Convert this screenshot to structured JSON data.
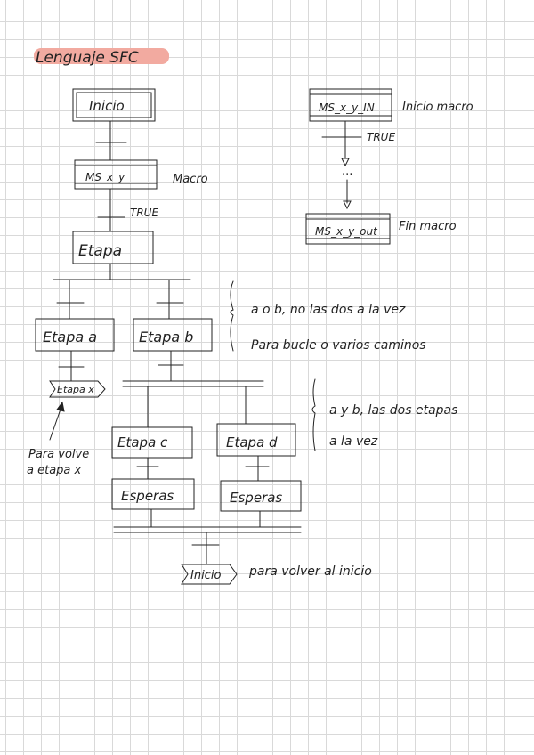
{
  "title": "Lenguaje SFC",
  "highlight_color": "#f2aaa0",
  "ink_color": "#222222",
  "steps": {
    "inicio": "Inicio",
    "macro_step": "MS_x_y",
    "etapa": "Etapa",
    "etapa_a": "Etapa a",
    "etapa_b": "Etapa b",
    "etapa_c": "Etapa c",
    "etapa_d": "Etapa d",
    "esperas_1": "Esperas",
    "esperas_2": "Esperas",
    "macro_in": "MS_x_y_IN",
    "macro_out": "MS_x_y_out"
  },
  "jumps": {
    "etapa_x": "Etapa x",
    "inicio": "Inicio"
  },
  "labels": {
    "macro": "Macro",
    "true_main": "TRUE",
    "true_macro": "TRUE",
    "inicio_macro": "Inicio macro",
    "fin_macro": "Fin macro",
    "ellipsis": "...",
    "para_volver_line1": "Para volve",
    "para_volver_line2": "a etapa x",
    "para_volver_inicio": "para volver al inicio"
  },
  "notes": {
    "divergence_line1": "a o b, no las dos a la vez",
    "divergence_line2": "Para bucle o varios caminos",
    "parallel_line1": "a y b, las dos etapas",
    "parallel_line2": "a la vez"
  }
}
